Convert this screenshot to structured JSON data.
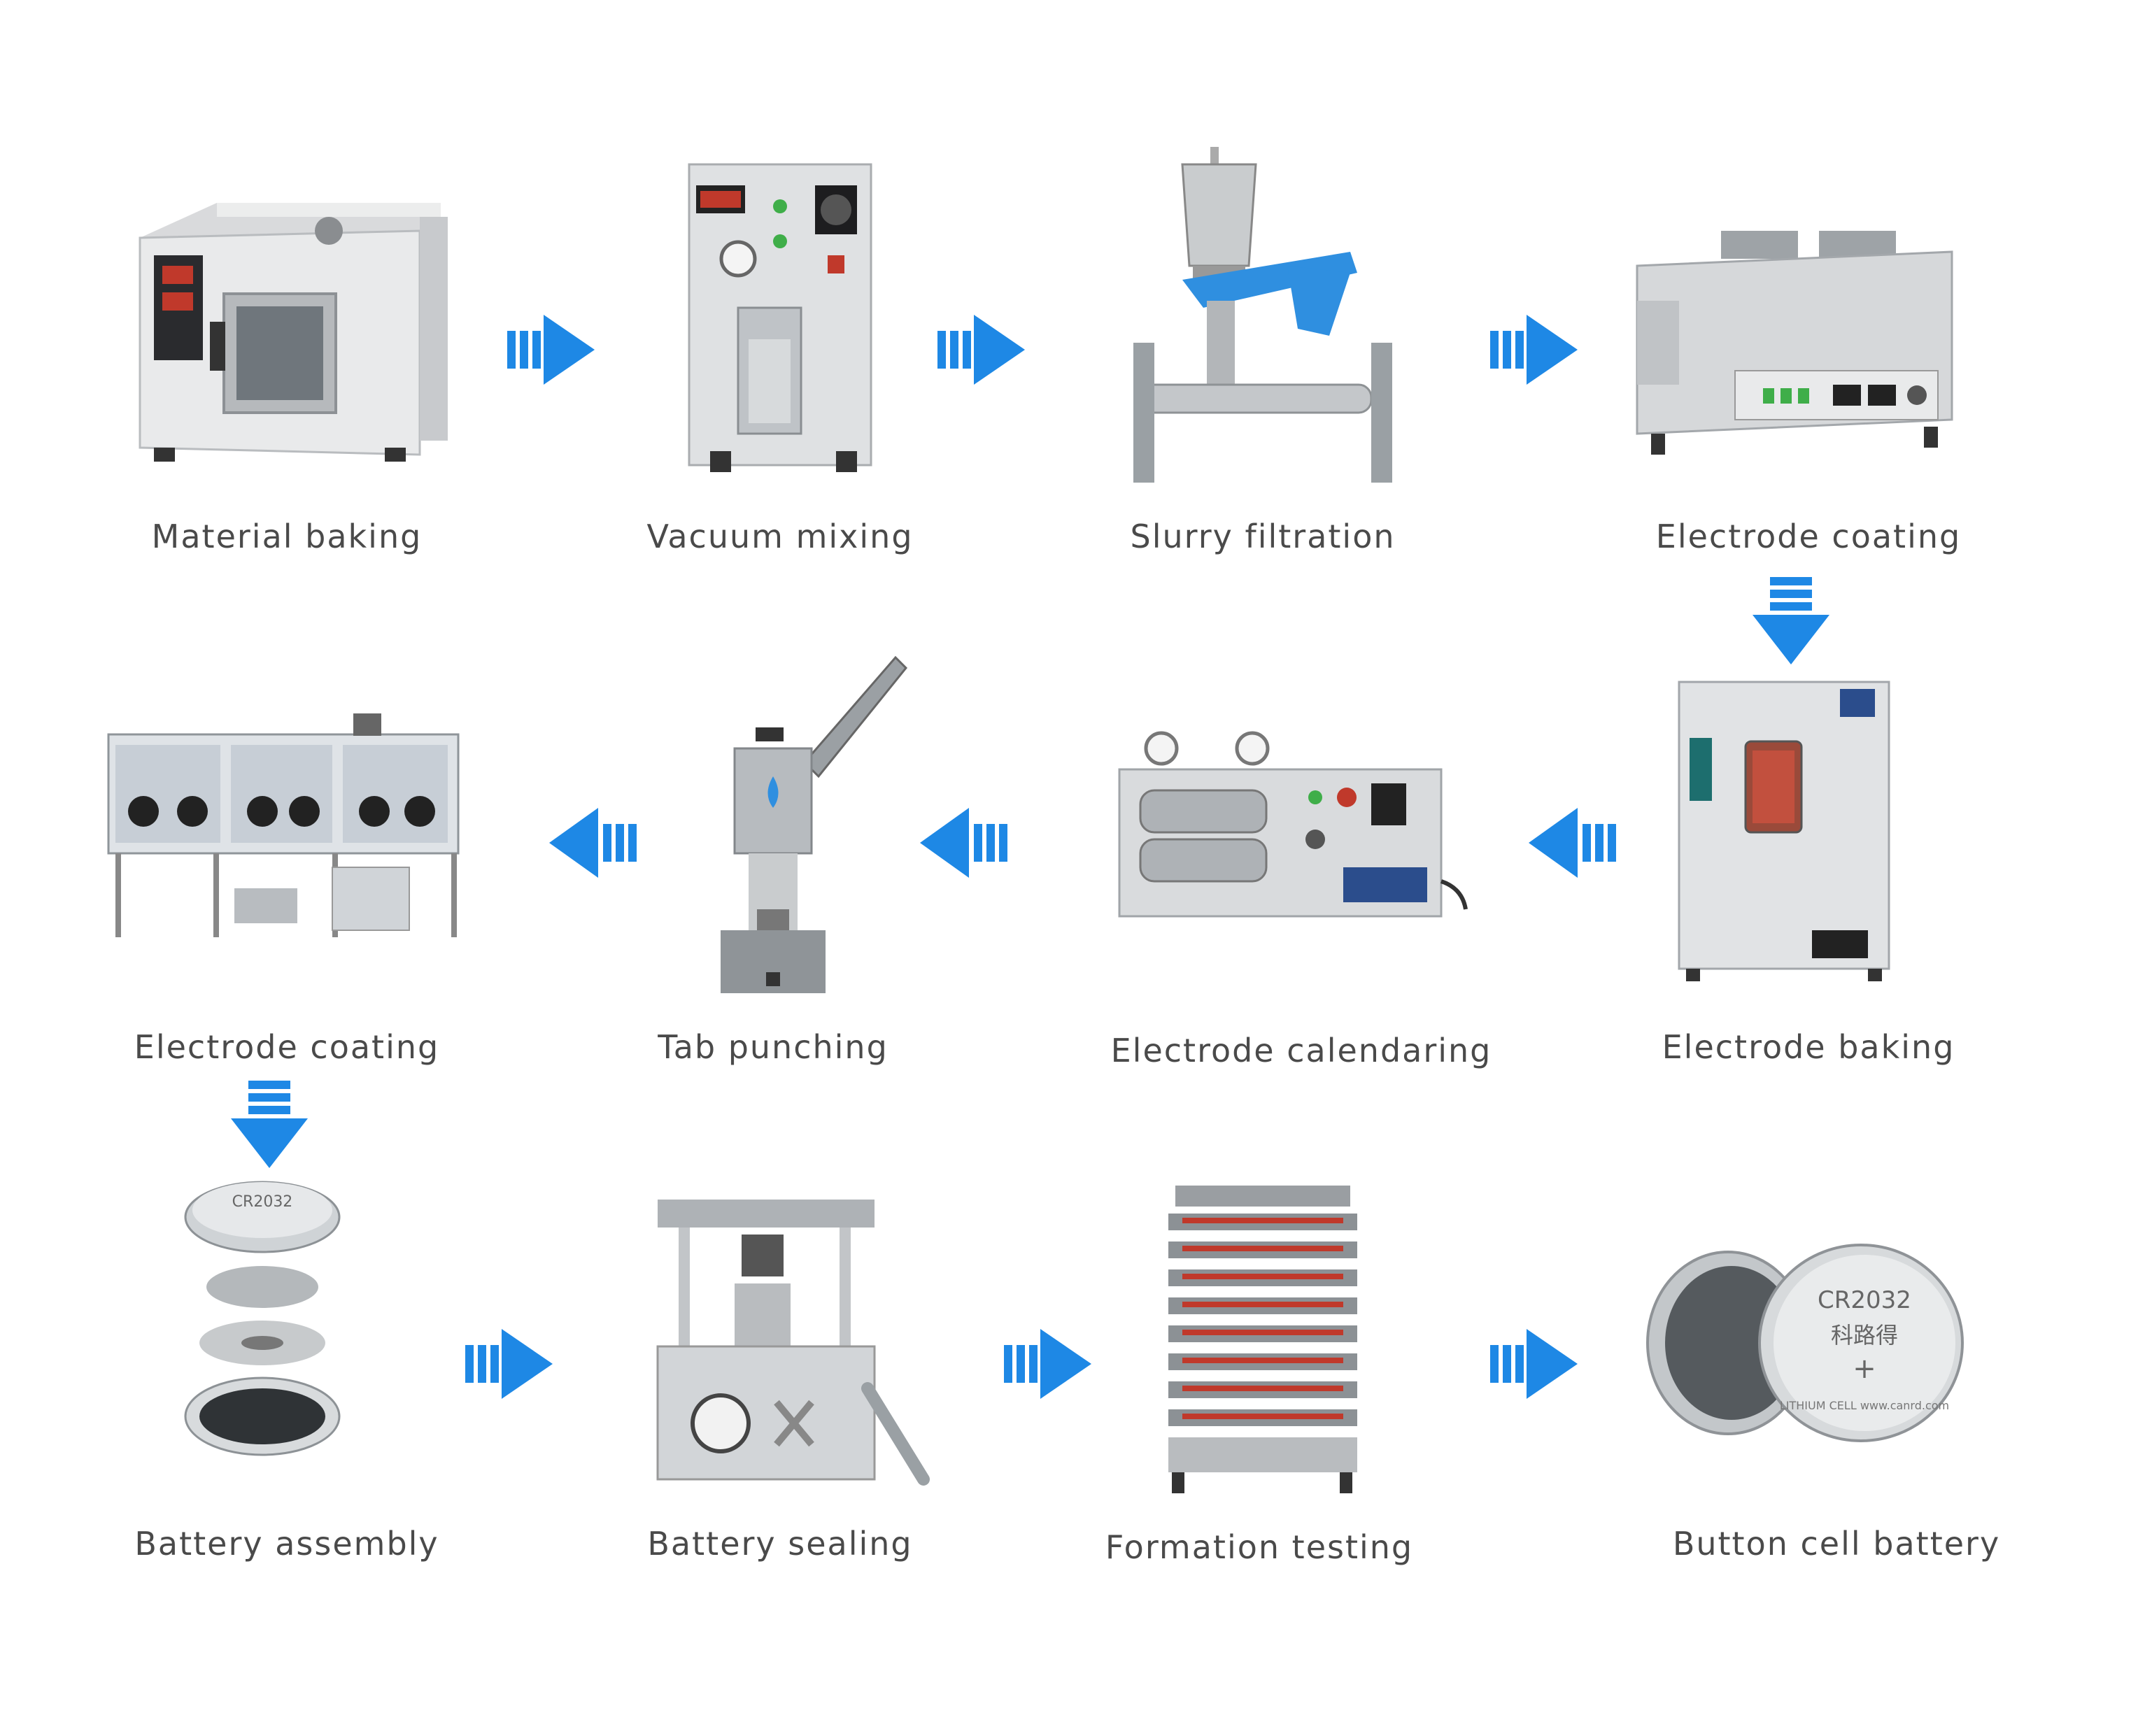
{
  "colors": {
    "arrow": "#1e88e5",
    "label": "#4a4a4a"
  },
  "steps": [
    {
      "label": "Material baking",
      "icon": "drying-oven-icon"
    },
    {
      "label": "Vacuum mixing",
      "icon": "vacuum-mixer-icon"
    },
    {
      "label": "Slurry filtration",
      "icon": "vacuum-filter-icon"
    },
    {
      "label": "Electrode coating",
      "icon": "coating-machine-icon"
    },
    {
      "label": "Electrode baking",
      "icon": "vacuum-oven-icon"
    },
    {
      "label": "Electrode calendaring",
      "icon": "roller-press-icon"
    },
    {
      "label": "Tab punching",
      "icon": "punching-machine-icon"
    },
    {
      "label": "Electrode coating",
      "icon": "glove-box-icon"
    },
    {
      "label": "Battery assembly",
      "icon": "cell-components-icon"
    },
    {
      "label": "Battery sealing",
      "icon": "crimping-machine-icon"
    },
    {
      "label": "Formation testing",
      "icon": "battery-tester-rack-icon"
    },
    {
      "label": "Button cell battery",
      "icon": "button-cell-icon"
    }
  ],
  "cell_marking": {
    "model": "CR2032",
    "brand": "科路得",
    "line": "LITHIUM CELL www.canrd.com"
  }
}
